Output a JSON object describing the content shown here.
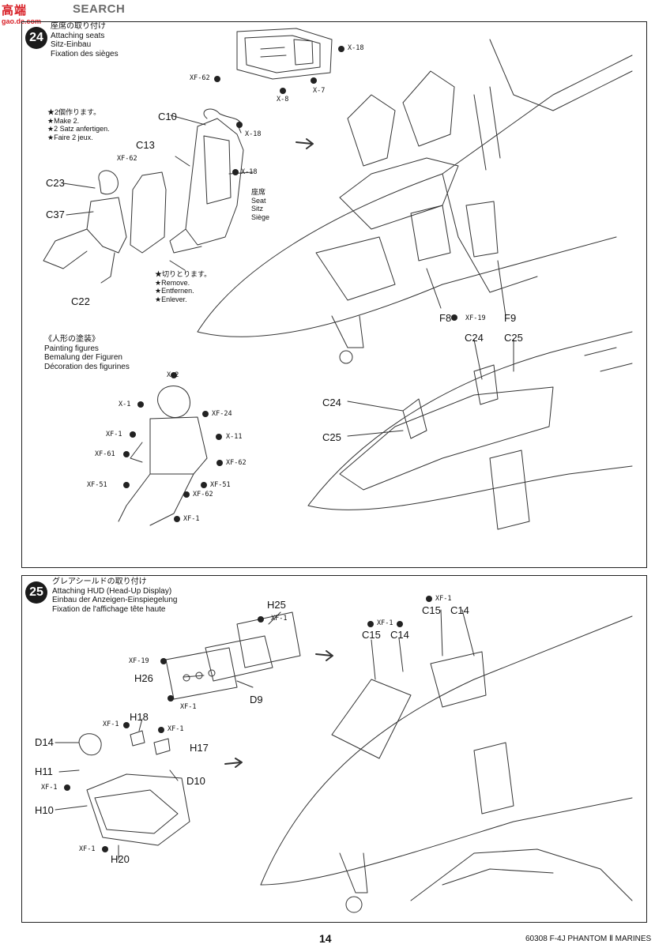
{
  "watermark": {
    "logo": "高端",
    "search": "SEARCH",
    "url": "gao.de.com"
  },
  "step24": {
    "number": "24",
    "title_jp": "座席の取り付け",
    "title_en": "Attaching seats",
    "title_de": "Sitz-Einbau",
    "title_fr": "Fixation des sièges",
    "make2_jp": "★2個作ります。",
    "make2_en": "★Make 2.",
    "make2_de": "★2 Satz anfertigen.",
    "make2_fr": "★Faire 2 jeux.",
    "seat_jp": "座席",
    "seat_en": "Seat",
    "seat_de": "Sitz",
    "seat_fr": "Siège",
    "remove_jp": "★切りとります。",
    "remove_en": "★Remove.",
    "remove_de": "★Entfernen.",
    "remove_fr": "★Enlever.",
    "paint_jp": "《人形の塗装》",
    "paint_en": "Painting figures",
    "paint_de": "Bemalung der Figuren",
    "paint_fr": "Décoration des figurines",
    "labels": {
      "x18a": "X-18",
      "xf62a": "XF-62",
      "x8": "X-8",
      "x7": "X-7",
      "c10": "C10",
      "x18b": "X-18",
      "c13": "C13",
      "xf62b": "XF-62",
      "x18c": "X-18",
      "c23": "C23",
      "c37": "C37",
      "c22": "C22",
      "f8": "F8",
      "xf19": "XF-19",
      "f9": "F9",
      "c24a": "C24",
      "c25a": "C25",
      "c24b": "C24",
      "c25b": "C25",
      "x2": "X-2",
      "x1": "X-1",
      "xf24": "XF-24",
      "xf1a": "XF-1",
      "x11": "X-11",
      "xf61": "XF-61",
      "xf62c": "XF-62",
      "xf51a": "XF-51",
      "xf51b": "XF-51",
      "xf62d": "XF-62",
      "xf1b": "XF-1"
    }
  },
  "step25": {
    "number": "25",
    "title_jp": "グレアシールドの取り付け",
    "title_en": "Attaching HUD (Head-Up Display)",
    "title_de": "Einbau der Anzeigen-Einspiegelung",
    "title_fr": "Fixation de l'affichage tête haute",
    "labels": {
      "h25": "H25",
      "xf1a": "XF-1",
      "xf19": "XF-19",
      "h26": "H26",
      "xf1b": "XF-1",
      "d9": "D9",
      "h18": "H18",
      "xf1c": "XF-1",
      "xf1d": "XF-1",
      "h17": "H17",
      "d14": "D14",
      "h11": "H11",
      "xf1e": "XF-1",
      "d10": "D10",
      "h10": "H10",
      "xf1f": "XF-1",
      "h20": "H20",
      "xf1g": "XF-1",
      "c15a": "C15",
      "c14a": "C14",
      "xf1h": "XF-1",
      "c15b": "C15",
      "c14b": "C14"
    }
  },
  "footer": {
    "page_number": "14",
    "model": "60308 F-4J PHANTOM Ⅱ MARINES"
  }
}
